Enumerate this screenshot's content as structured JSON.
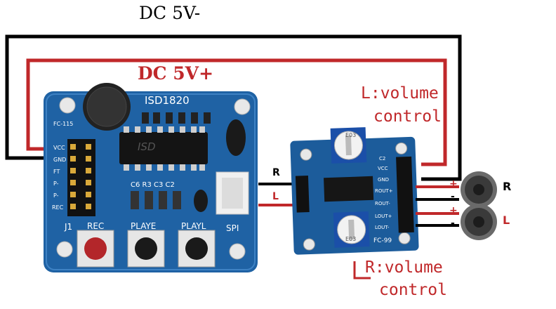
{
  "labels": {
    "dc_minus": "DC 5V-",
    "dc_plus": "DC 5V+",
    "left_volume_line1": "L:volume",
    "left_volume_line2": "control",
    "right_volume_line1": "R:volume",
    "right_volume_line2": "control",
    "channel_r": "R",
    "channel_l": "L",
    "speaker_r": "R",
    "speaker_l": "L",
    "plus_1": "+",
    "minus_1": "-",
    "plus_2": "+",
    "minus_2": "-"
  },
  "isd_board": {
    "chip_label": "ISD1820",
    "model": "FC-115",
    "pin_vcc": "VCC",
    "pin_gnd": "GND",
    "pin_ft": "FT",
    "pin_p1": "P-",
    "pin_p2": "P-",
    "pin_rec": "REC",
    "header_label": "J1",
    "btn_rec": "REC",
    "btn_playe": "PLAYE",
    "btn_playl": "PLAYL",
    "spi": "SPI",
    "chip_text": "ISD",
    "caps": "C6 R3 C3 C2"
  },
  "amp_board": {
    "model": "FC-99",
    "pin_vcc": "VCC",
    "pin_gnd": "GND",
    "pin_rout_p": "ROUT+",
    "pin_rout_m": "ROUT-",
    "pin_lout_p": "LOUT+",
    "pin_lout_m": "LOUT-",
    "pot_top": "E03",
    "pot_bottom": "E03",
    "c2": "C2"
  },
  "colors": {
    "wire_black": "#000000",
    "wire_red": "#c0282a",
    "board_blue": "#1d5fa0",
    "label_red": "#c0282a"
  }
}
